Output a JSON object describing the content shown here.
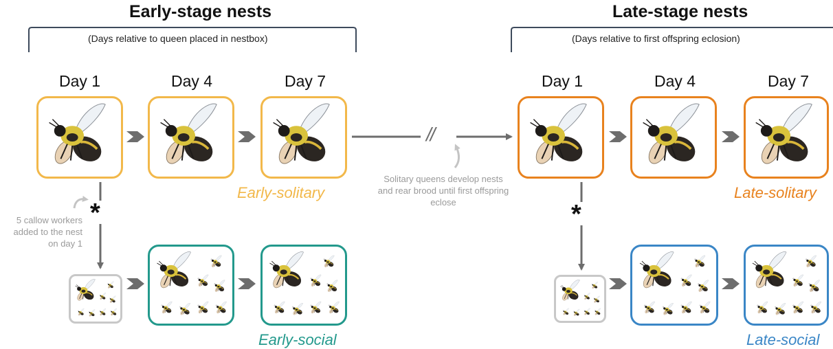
{
  "colors": {
    "early_solitary": "#f2b84a",
    "late_solitary": "#e8821e",
    "early_social": "#23998c",
    "late_social": "#3a86c6",
    "founding": "#c8c8c8",
    "arrow": "#6d6d6d",
    "note_text": "#9a9a9a"
  },
  "early": {
    "heading": "Early-stage nests",
    "subheading": "(Days relative to queen placed in nestbox)",
    "days": [
      "Day 1",
      "Day 4",
      "Day 7"
    ],
    "solitary_label": "Early-solitary",
    "social_label": "Early-social"
  },
  "late": {
    "heading": "Late-stage nests",
    "subheading": "(Days relative to first offspring eclosion)",
    "days": [
      "Day 1",
      "Day 4",
      "Day 7"
    ],
    "solitary_label": "Late-solitary",
    "social_label": "Late-social"
  },
  "transition": {
    "break_mark": "//",
    "note": "Solitary queens develop nests and rear brood until first offspring eclose"
  },
  "treatment": {
    "marker": "*",
    "note": "5 callow workers added to the nest on day 1"
  },
  "icons": {
    "queen": "bumblebee-queen-icon",
    "worker": "bumblebee-worker-icon"
  }
}
